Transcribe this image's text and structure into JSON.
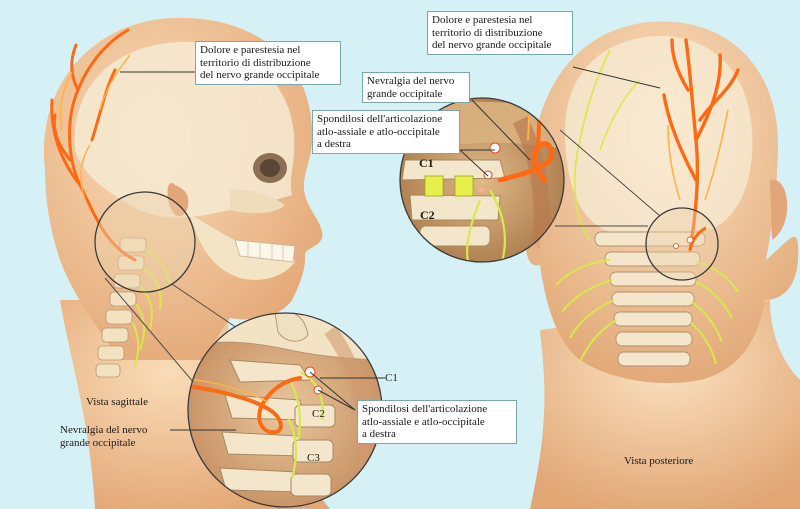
{
  "left_view": {
    "head_label": [
      "Dolore e parestesia nel",
      "territorio di distribuzione",
      "del nervo grande occipitale"
    ],
    "view_caption": "Vista sagittale",
    "neuralgia_label": [
      "Nevralgia del nervo",
      "grande occipitale"
    ],
    "inset": {
      "c1_label": "C1",
      "c2_label": "C2",
      "c3_label": "C3",
      "spondylosis_label": [
        "Spondilosi dell'articolazione",
        "atlo-assiale e atlo-occipitale",
        "a destra"
      ]
    }
  },
  "right_view": {
    "head_label": [
      "Dolore e parestesia nel",
      "territorio di distribuzione",
      "del nervo grande occipitale"
    ],
    "view_caption": "Vista posteriore",
    "inset": {
      "neuralgia_label": [
        "Nevralgia del nervo",
        "grande occipitale"
      ],
      "spondylosis_label": [
        "Spondilosi dell'articolazione",
        "atlo-assiale e atlo-occipitale",
        "a destra"
      ],
      "c1_label": "C1",
      "c2_label": "C2"
    }
  },
  "colors": {
    "background": "#d6f1f5",
    "skin": "#f0c49a",
    "bone": "#f4e8cf",
    "nerve": "#ff6a13",
    "nerve_light": "#ffb347",
    "spinal_nerves": "#d8e84a"
  }
}
